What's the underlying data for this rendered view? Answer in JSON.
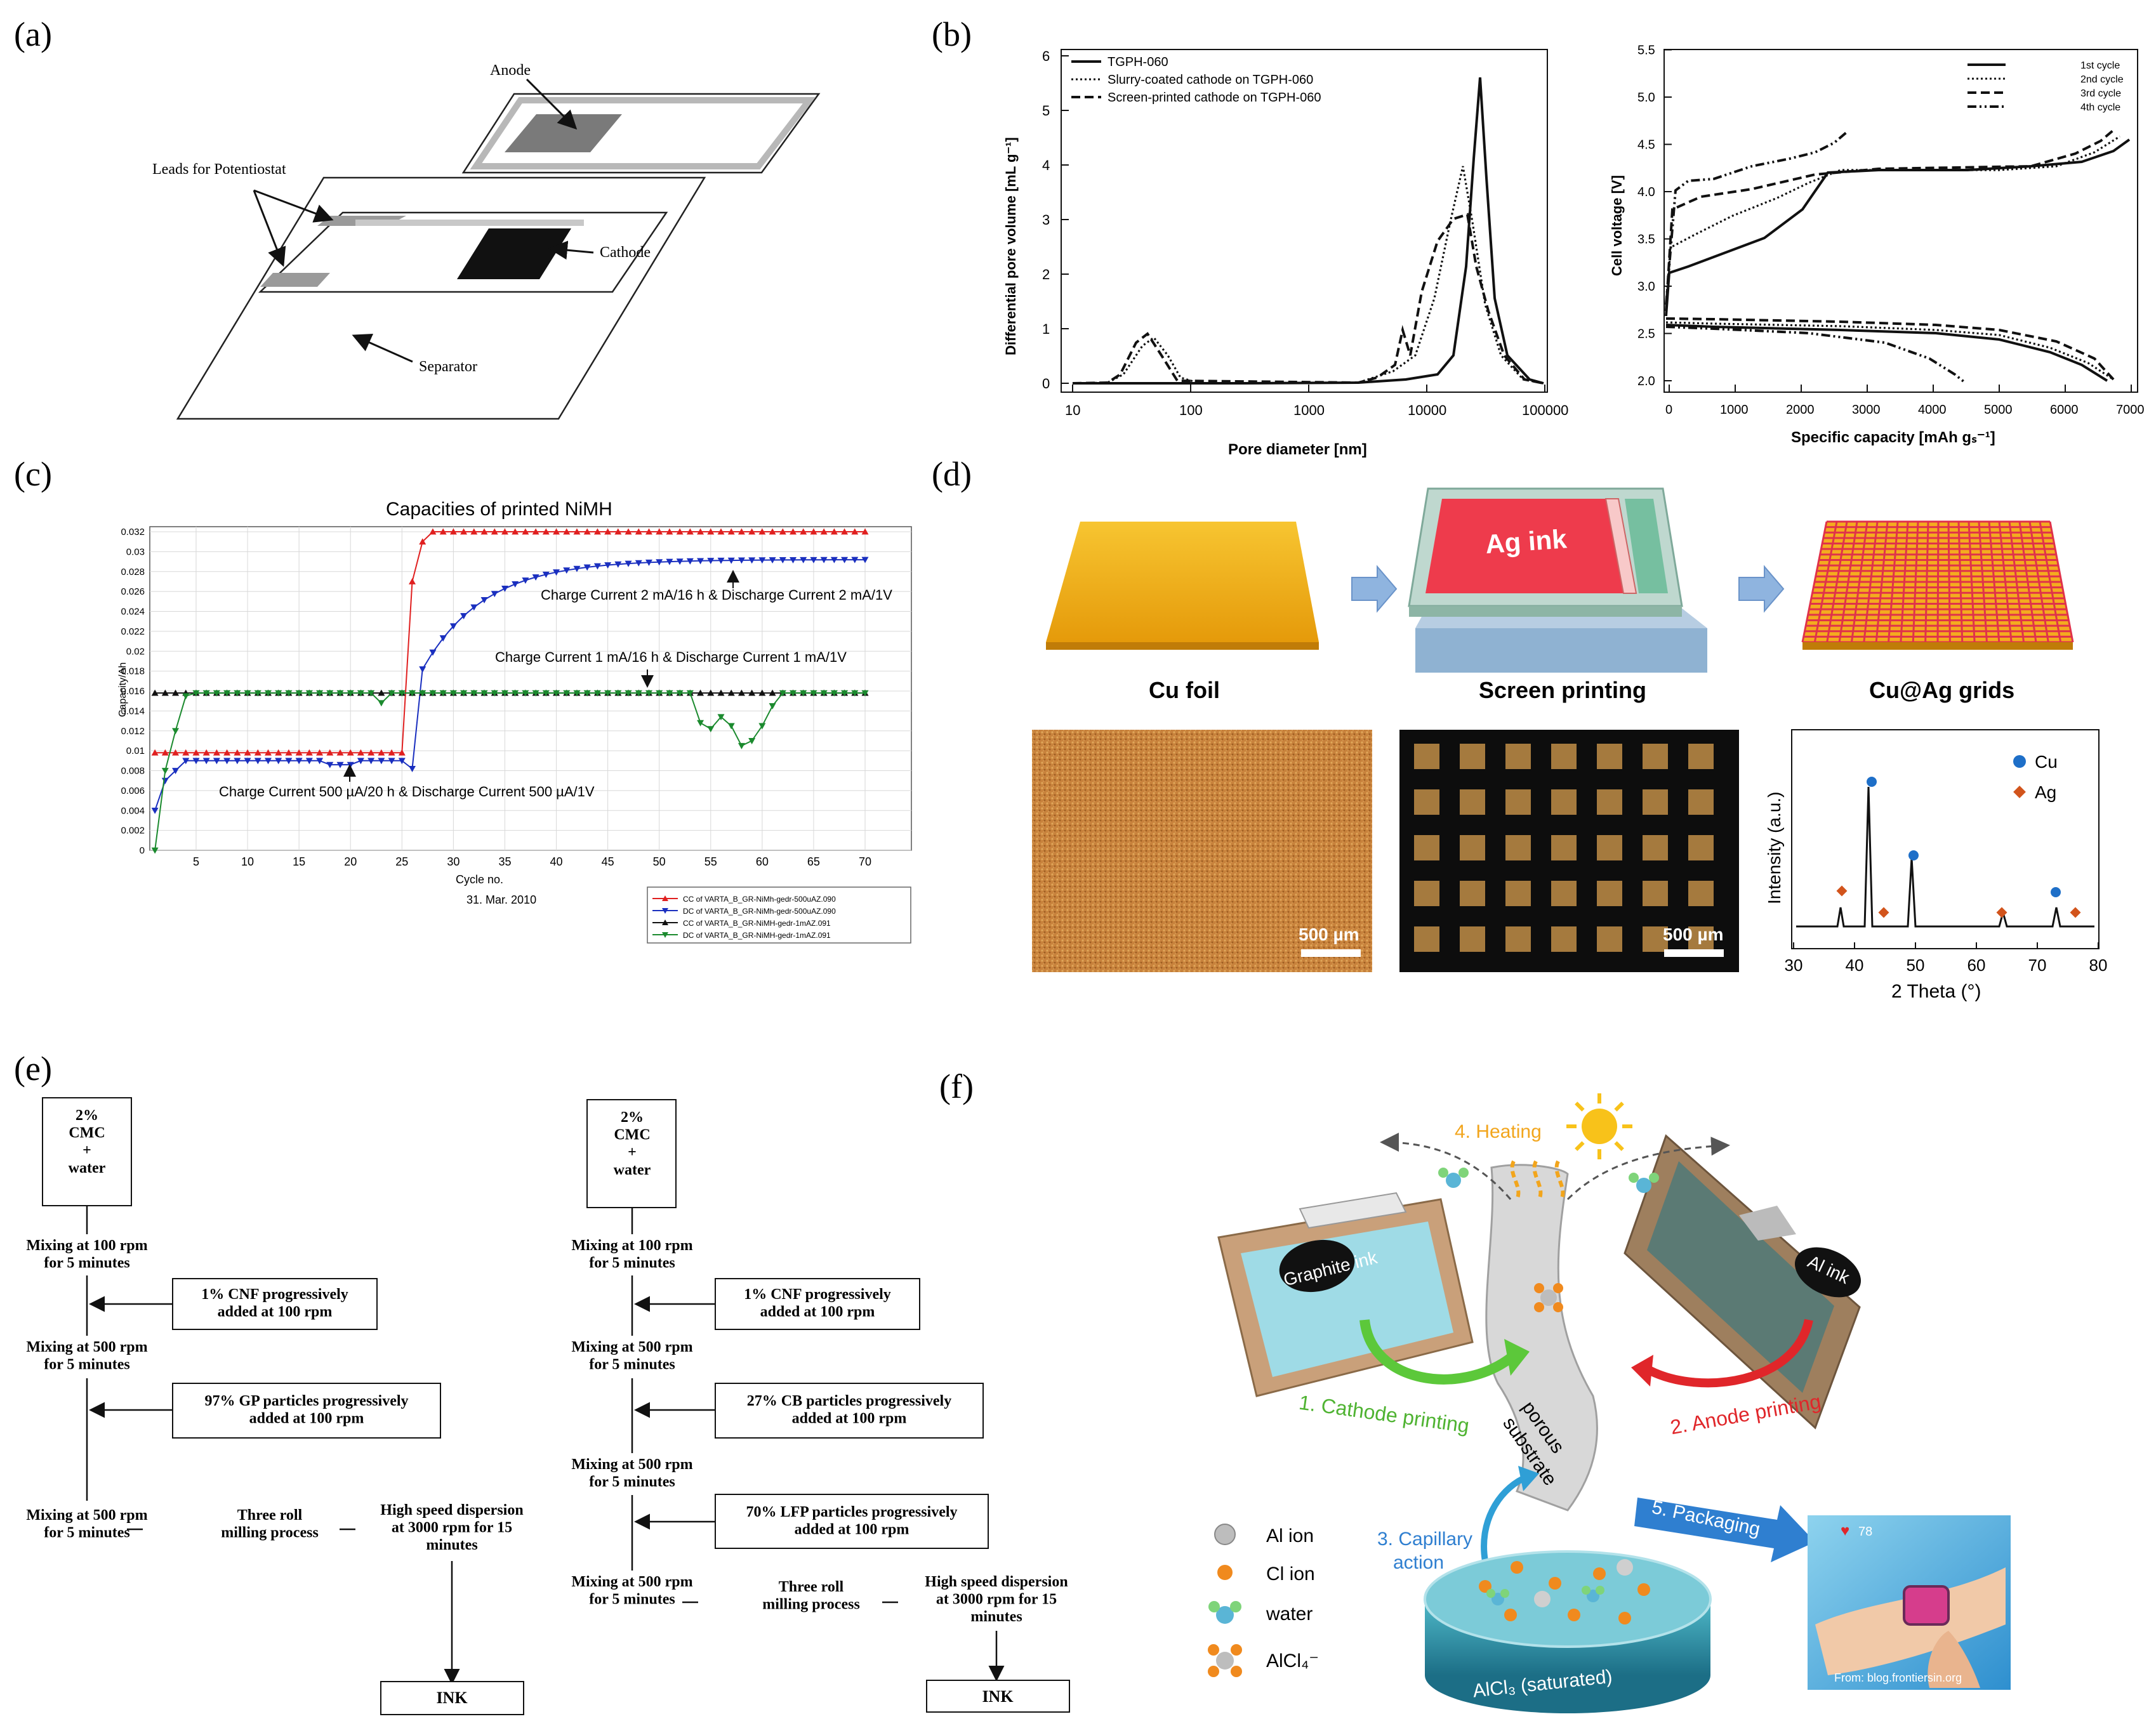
{
  "panels": {
    "a": {
      "label": "(a)",
      "anode": "Anode",
      "leads": "Leads for Potentiostat",
      "cathode": "Cathode",
      "separator": "Separator"
    },
    "b": {
      "label": "(b)",
      "left": {
        "ylabel": "Differential pore volume [mL g⁻¹]",
        "xlabel": "Pore diameter [nm]",
        "legend": [
          "TGPH-060",
          "Slurry-coated cathode on TGPH-060",
          "Screen-printed cathode on TGPH-060"
        ],
        "xticks": [
          "10",
          "100",
          "1000",
          "10000",
          "100000"
        ],
        "yticks": [
          "0",
          "1",
          "2",
          "3",
          "4",
          "5",
          "6"
        ]
      },
      "right": {
        "ylabel": "Cell voltage [V]",
        "xlabel": "Specific capacity [mAh gₛ⁻¹]",
        "legend": [
          "1st cycle",
          "2nd cycle",
          "3rd cycle",
          "4th cycle"
        ],
        "xticks": [
          "0",
          "1000",
          "2000",
          "3000",
          "4000",
          "5000",
          "6000",
          "7000"
        ],
        "yticks": [
          "2.0",
          "2.5",
          "3.0",
          "3.5",
          "4.0",
          "4.5",
          "5.0",
          "5.5"
        ]
      }
    },
    "c": {
      "label": "(c)",
      "title": "Capacities of printed NiMH",
      "ylabel": "Capacity/Ah",
      "xlabel": "Cycle no.",
      "date": "31. Mar. 2010",
      "annot1": "Charge Current 2 mA/16 h & Discharge Current 2 mA/1V",
      "annot2": "Charge Current 1 mA/16 h & Discharge Current 1 mA/1V",
      "annot3": "Charge Current 500 µA/20 h & Discharge Current 500 µA/1V",
      "legend": [
        "CC of VARTA_B_GR-NiMh-gedr-500uAZ.090",
        "DC of VARTA_B_GR-NiMh-gedr-500uAZ.090",
        "CC of VARTA_B_GR-NiMH-gedr-1mAZ.091",
        "DC of VARTA_B_GR-NiMH-gedr-1mAZ.091"
      ],
      "xticks": [
        "5",
        "10",
        "15",
        "20",
        "25",
        "30",
        "35",
        "40",
        "45",
        "50",
        "55",
        "60",
        "65",
        "70"
      ],
      "yticks": [
        "0",
        "0.002",
        "0.004",
        "0.006",
        "0.008",
        "0.01",
        "0.012",
        "0.014",
        "0.016",
        "0.018",
        "0.02",
        "0.022",
        "0.024",
        "0.026",
        "0.028",
        "0.03",
        "0.032"
      ]
    },
    "d": {
      "label": "(d)",
      "ink": "Ag ink",
      "step1": "Cu foil",
      "step2": "Screen printing",
      "step3": "Cu@Ag grids",
      "scale1": "500 µm",
      "scale2": "500 µm",
      "xrd_ylabel": "Intensity (a.u.)",
      "xrd_xlabel": "2 Theta (°)",
      "xrd_legend": [
        "Cu",
        "Ag"
      ],
      "xrd_xticks": [
        "30",
        "40",
        "50",
        "60",
        "70",
        "80"
      ]
    },
    "e": {
      "label": "(e)",
      "left": {
        "start": [
          "2%",
          "CMC",
          "+",
          "water"
        ],
        "mix1": [
          "Mixing at 100 rpm",
          "for 5 minutes"
        ],
        "add1": [
          "1% CNF progressively",
          "added at 100 rpm"
        ],
        "mix2": [
          "Mixing at 500 rpm",
          "for 5 minutes"
        ],
        "add2": [
          "97% GP particles progressively",
          "added at 100 rpm"
        ],
        "mix3": [
          "Mixing at 500 rpm",
          "for 5 minutes"
        ],
        "roll": [
          "Three roll",
          "milling process"
        ],
        "disp": [
          "High speed dispersion",
          "at 3000 rpm for 15",
          "minutes"
        ],
        "ink": "INK"
      },
      "right": {
        "start": [
          "2%",
          "CMC",
          "+",
          "water"
        ],
        "mix1": [
          "Mixing at 100 rpm",
          "for 5 minutes"
        ],
        "add1": [
          "1% CNF progressively",
          "added at 100 rpm"
        ],
        "mix2": [
          "Mixing at 500 rpm",
          "for 5 minutes"
        ],
        "add2": [
          "27% CB particles progressively",
          "added at 100 rpm"
        ],
        "mix3": [
          "Mixing at 500 rpm",
          "for 5 minutes"
        ],
        "add3": [
          "70% LFP particles progressively",
          "added at 100 rpm"
        ],
        "mix4": [
          "Mixing at 500 rpm",
          "for 5 minutes"
        ],
        "roll": [
          "Three roll",
          "milling process"
        ],
        "disp": [
          "High speed dispersion",
          "at 3000 rpm for 15",
          "minutes"
        ],
        "ink": "INK"
      }
    },
    "f": {
      "label": "(f)",
      "heating": "4. Heating",
      "graphite": "Graphite ink",
      "al_ink": "Al ink",
      "cathode_printing": "1. Cathode printing",
      "anode_printing": "2. Anode printing",
      "porous": "porous",
      "substrate": "substrate",
      "capillary": [
        "3. Capillary",
        "action"
      ],
      "packaging": "5. Packaging",
      "beaker": "AlCl₃ (saturated)",
      "legend": [
        "Al ion",
        "Cl ion",
        "water",
        "AlCl₄⁻"
      ],
      "from": "From: blog.frontiersin.org",
      "watch": "78"
    }
  },
  "colors": {
    "cc_500": "#e02020",
    "dc_500": "#1a2fbf",
    "cc_1ma": "#111111",
    "dc_1ma": "#1b8a2e",
    "cu": "#1e6fc8",
    "ag": "#d2541c",
    "green_arrow": "#5cc83a",
    "red_arrow": "#e0262a",
    "blue_arrow": "#2f7fd0",
    "heating": "#f2a51c"
  }
}
